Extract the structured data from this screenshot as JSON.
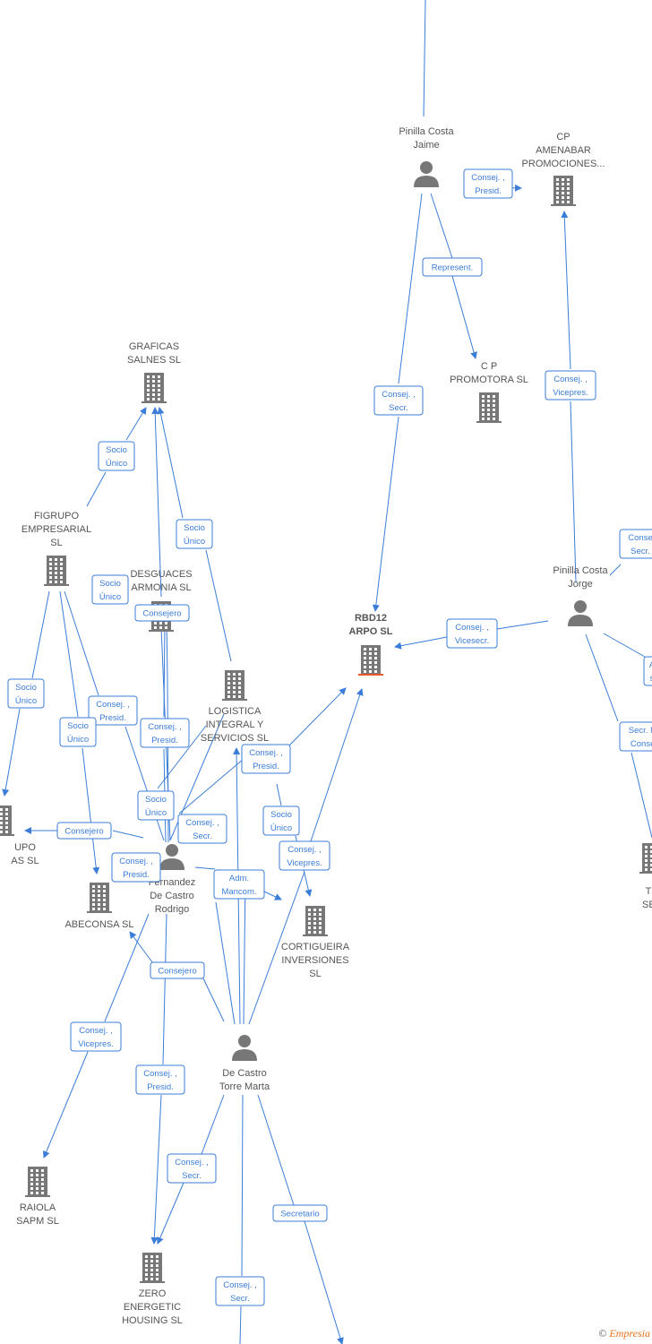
{
  "colors": {
    "accent": "#3b7dd8",
    "node": "#777777",
    "main_node": "#e8572a",
    "label": "#555555"
  },
  "watermark": {
    "symbol": "©",
    "brand": "Empresia"
  },
  "nodes": [
    {
      "id": "pinilla-costa-jaime",
      "type": "person",
      "label": [
        "Pinilla Costa",
        "Jaime"
      ]
    },
    {
      "id": "cp-amenabar",
      "type": "company",
      "label": [
        "CP",
        "AMENABAR",
        "PROMOCIONES..."
      ]
    },
    {
      "id": "cp-promotora",
      "type": "company",
      "label": [
        "C P",
        "PROMOTORA SL"
      ]
    },
    {
      "id": "graficas-salnes",
      "type": "company",
      "label": [
        "GRAFICAS",
        "SALNES SL"
      ]
    },
    {
      "id": "figrupo",
      "type": "company",
      "label": [
        "FIGRUPO",
        "EMPRESARIAL",
        "SL"
      ]
    },
    {
      "id": "desguaces-armonia",
      "type": "company",
      "label": [
        "DESGUACES",
        "ARMONIA SL"
      ]
    },
    {
      "id": "rbd12-arpo",
      "type": "company",
      "main": true,
      "label": [
        "RBD12",
        "ARPO SL"
      ]
    },
    {
      "id": "pinilla-costa-jorge",
      "type": "person",
      "label": [
        "Pinilla Costa",
        "Jorge"
      ]
    },
    {
      "id": "logistica-integral",
      "type": "company",
      "label": [
        "LOGISTICA",
        "INTEGRAL Y",
        "SERVICIOS SL"
      ]
    },
    {
      "id": "grupo-left",
      "type": "company",
      "label": [
        "UPO",
        "AS SL"
      ]
    },
    {
      "id": "fernandez-de-castro",
      "type": "person",
      "label": [
        "Fernandez",
        "De Castro",
        "Rodrigo"
      ]
    },
    {
      "id": "abeconsa",
      "type": "company",
      "label": [
        "ABECONSA SL"
      ]
    },
    {
      "id": "cortigueira",
      "type": "company",
      "label": [
        "CORTIGUEIRA",
        "INVERSIONES",
        "SL"
      ]
    },
    {
      "id": "th-see",
      "type": "company",
      "label": [
        "TH",
        "SEE"
      ]
    },
    {
      "id": "de-castro-torre-marta",
      "type": "person",
      "label": [
        "De Castro",
        "Torre Marta"
      ]
    },
    {
      "id": "raiola-sapm",
      "type": "company",
      "label": [
        "RAIOLA",
        "SAPM SL"
      ]
    },
    {
      "id": "zero-energetic",
      "type": "company",
      "label": [
        "ZERO",
        "ENERGETIC",
        "HOUSING SL"
      ]
    }
  ],
  "relations": [
    {
      "id": "r1",
      "lines": [
        "Consej. ,",
        "Presid."
      ]
    },
    {
      "id": "r2",
      "lines": [
        "Represent."
      ]
    },
    {
      "id": "r3",
      "lines": [
        "Consej. ,",
        "Secr."
      ]
    },
    {
      "id": "r4",
      "lines": [
        "Consej. ,",
        "Vicepres."
      ]
    },
    {
      "id": "r5",
      "lines": [
        "Socio",
        "Único"
      ]
    },
    {
      "id": "r6",
      "lines": [
        "Socio",
        "Único"
      ]
    },
    {
      "id": "r7",
      "lines": [
        "Socio",
        "Único"
      ]
    },
    {
      "id": "r8",
      "lines": [
        "Consejero"
      ]
    },
    {
      "id": "r9",
      "lines": [
        "Consej. ,",
        "Vicesecr."
      ]
    },
    {
      "id": "r10",
      "lines": [
        "Conse",
        "Secr."
      ]
    },
    {
      "id": "r11",
      "lines": [
        "A",
        "s"
      ]
    },
    {
      "id": "r12",
      "lines": [
        "Socio",
        "Único"
      ]
    },
    {
      "id": "r13",
      "lines": [
        "Consej. ,",
        "Presid."
      ]
    },
    {
      "id": "r14",
      "lines": [
        "Socio",
        "Único"
      ]
    },
    {
      "id": "r15",
      "lines": [
        "Consej. ,",
        "Presid."
      ]
    },
    {
      "id": "r16",
      "lines": [
        "Consej. ,",
        "Presid."
      ]
    },
    {
      "id": "r17",
      "lines": [
        "Secr. No",
        "Consej."
      ]
    },
    {
      "id": "r18",
      "lines": [
        "Socio",
        "Único"
      ]
    },
    {
      "id": "r19",
      "lines": [
        "Socio",
        "Único"
      ]
    },
    {
      "id": "r20",
      "lines": [
        "Consejero"
      ]
    },
    {
      "id": "r21",
      "lines": [
        "Consej. ,",
        "Secr."
      ]
    },
    {
      "id": "r22",
      "lines": [
        "Consej. ,",
        "Vicepres."
      ]
    },
    {
      "id": "r23",
      "lines": [
        "Consej. ,",
        "Presid."
      ]
    },
    {
      "id": "r24",
      "lines": [
        "Adm.",
        "Mancom."
      ]
    },
    {
      "id": "r25",
      "lines": [
        "Consejero"
      ]
    },
    {
      "id": "r26",
      "lines": [
        "Consej. ,",
        "Vicepres."
      ]
    },
    {
      "id": "r27",
      "lines": [
        "Consej. ,",
        "Presid."
      ]
    },
    {
      "id": "r28",
      "lines": [
        "Consej. ,",
        "Secr."
      ]
    },
    {
      "id": "r29",
      "lines": [
        "Secretario"
      ]
    },
    {
      "id": "r30",
      "lines": [
        "Consej. ,",
        "Secr."
      ]
    }
  ]
}
